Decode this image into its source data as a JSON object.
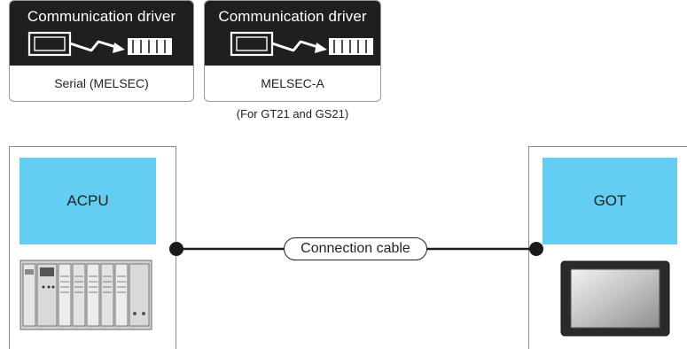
{
  "drivers": [
    {
      "title": "Communication driver",
      "name": "Serial (MELSEC)"
    },
    {
      "title": "Communication driver",
      "name": "MELSEC-A"
    }
  ],
  "driver_note": "(For GT21 and GS21)",
  "devices": {
    "left": {
      "label": "ACPU",
      "icon": "plc-rack-image"
    },
    "right": {
      "label": "GOT",
      "icon": "got-touch-panel-image"
    }
  },
  "cable_label": "Connection cable",
  "colors": {
    "header_bg": "#1f1f1f",
    "device_label_bg": "#63cdf2",
    "border": "#8a8a8a"
  }
}
